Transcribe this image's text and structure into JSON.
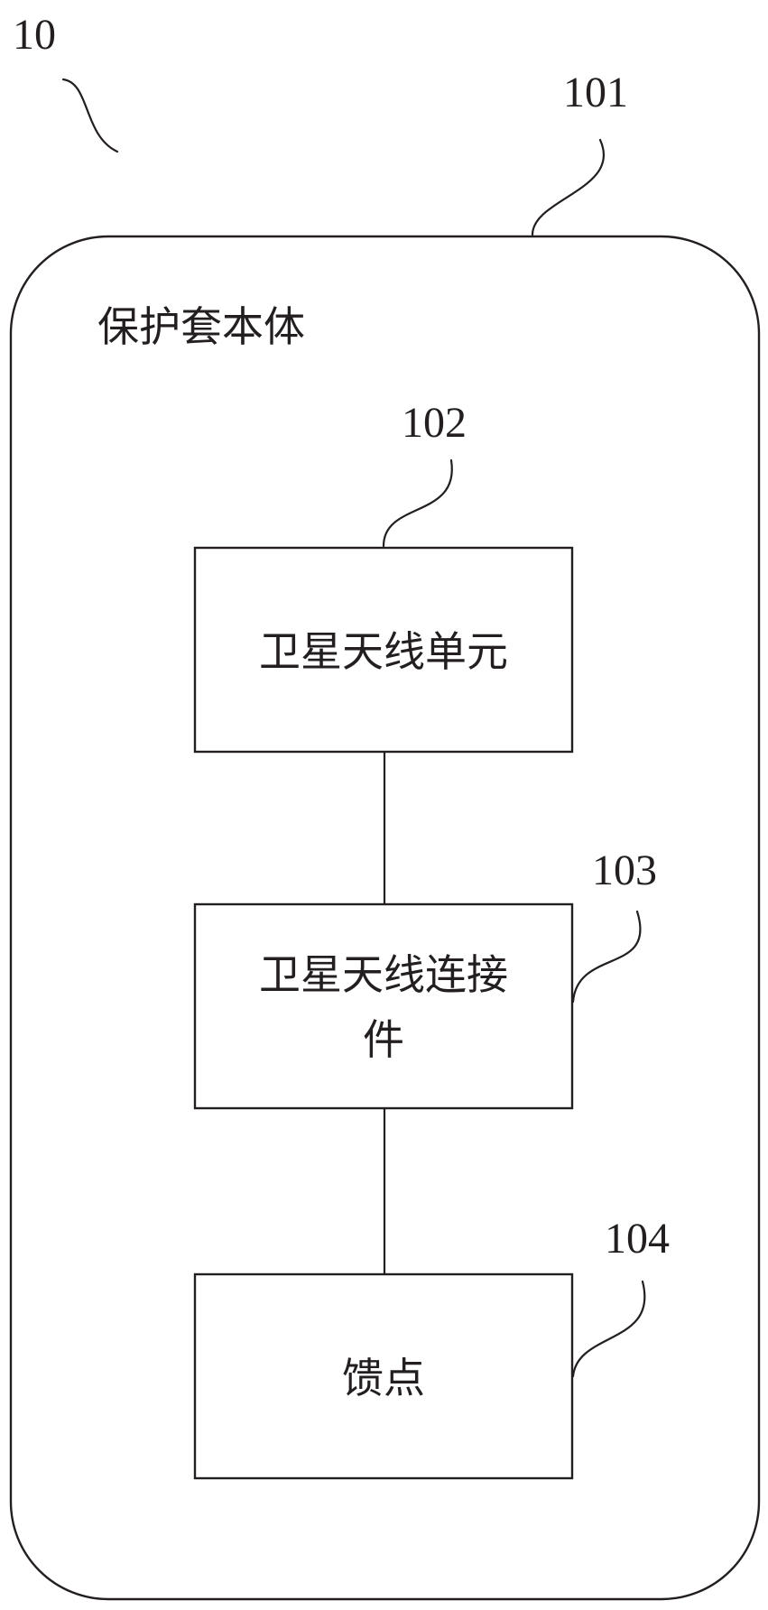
{
  "figure": {
    "ref": "10",
    "body": {
      "ref": "101",
      "label": "保护套本体"
    },
    "blocks": [
      {
        "ref": "102",
        "lines": [
          "卫星天线单元"
        ]
      },
      {
        "ref": "103",
        "lines": [
          "卫星天线连接",
          "件"
        ]
      },
      {
        "ref": "104",
        "lines": [
          "馈点"
        ]
      }
    ]
  }
}
